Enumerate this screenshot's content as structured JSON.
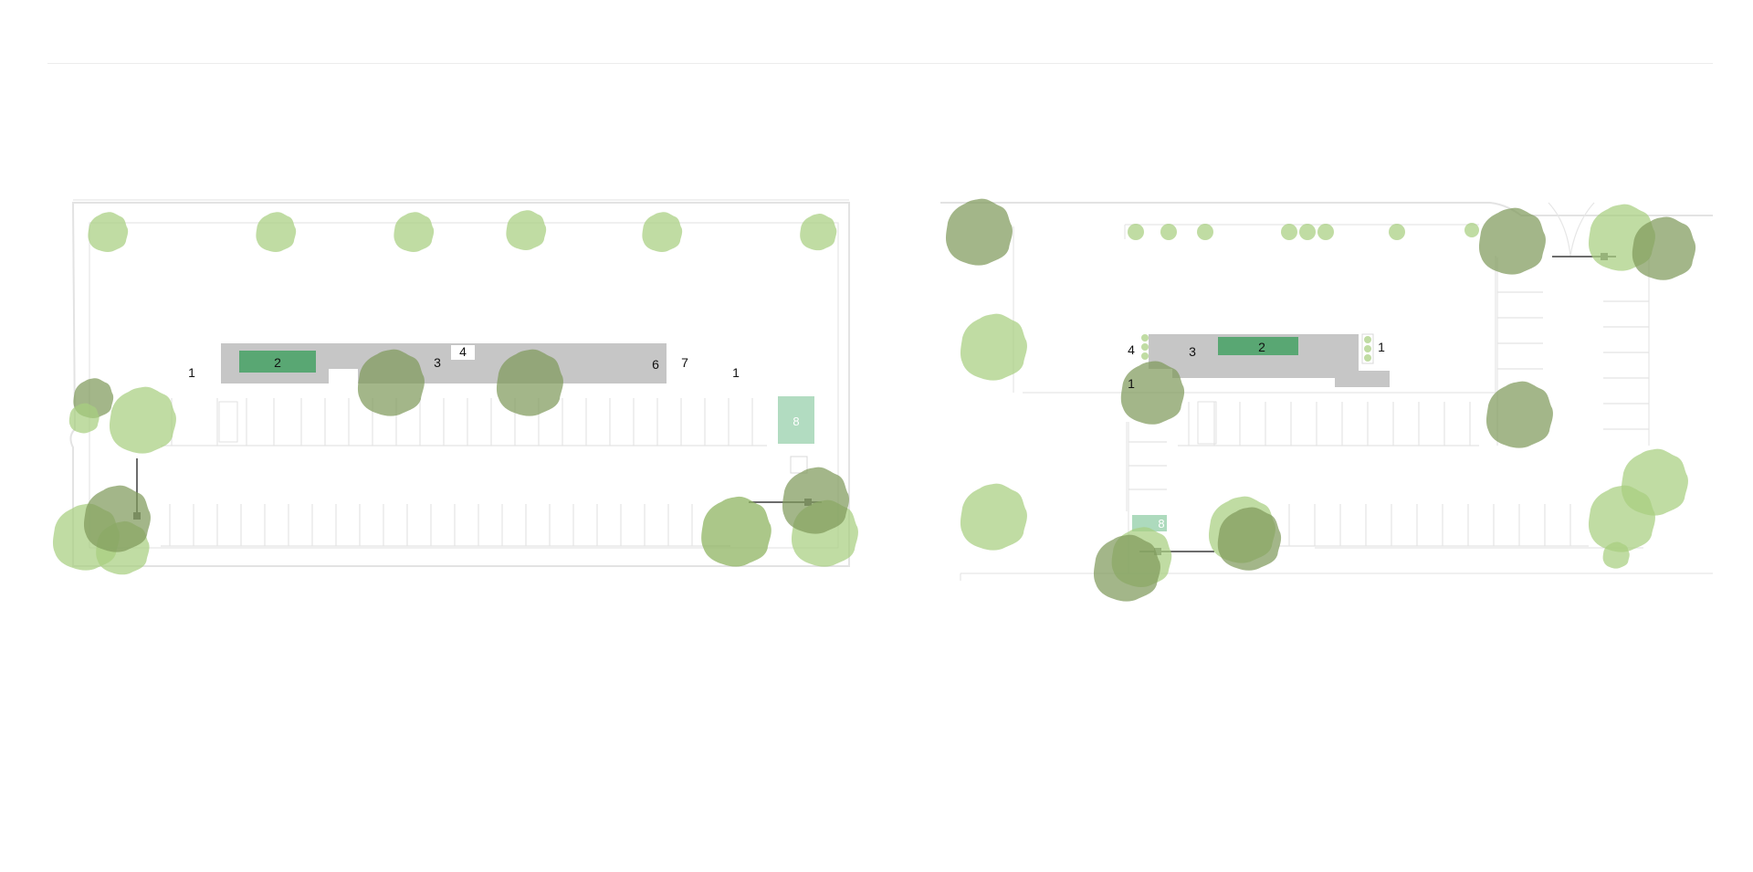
{
  "colors": {
    "background": "#ffffff",
    "building": "#c6c6c6",
    "green_roof": "#59a773",
    "pad_8": "#9fd3b1",
    "tree_light": "#a7cf7f",
    "tree_dark": "#7f9a5c"
  },
  "plan_left": {
    "labels": {
      "l1a": "1",
      "l1b": "1",
      "l2": "2",
      "l3": "3",
      "l4": "4",
      "l6": "6",
      "l7": "7",
      "l8": "8"
    }
  },
  "plan_right": {
    "labels": {
      "r1a": "1",
      "r1b": "1",
      "r2": "2",
      "r3": "3",
      "r4": "4",
      "r8": "8"
    }
  }
}
